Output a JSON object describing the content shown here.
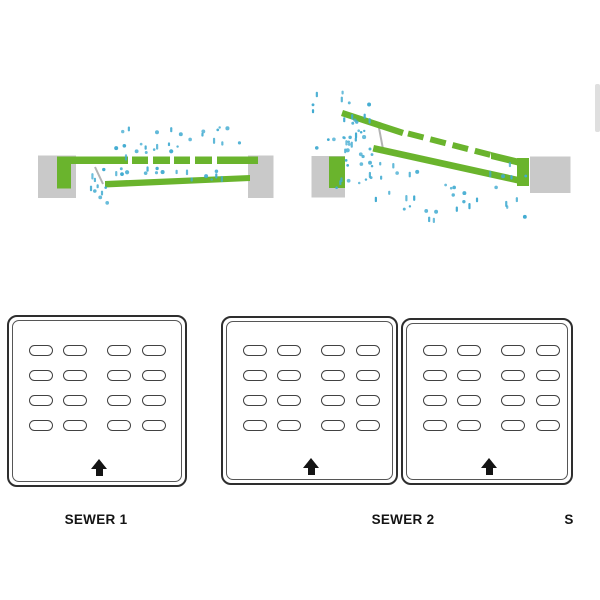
{
  "colors": {
    "bg": "#ffffff",
    "green": "#6ab42d",
    "gray_block": "#c9c9c9",
    "hinge": "#b3b3b3",
    "droplet": "#41abd1",
    "panel_border": "#2e2e2e",
    "panel_inner": "#565656",
    "slot_border": "#424242",
    "ink": "#141414",
    "sliver": "#dfdfdf"
  },
  "icons": {
    "up_arrow_icon": "solid black up arrow (triangle head with stem)"
  },
  "diagrams": {
    "closed_grate": {
      "name": "cross-section: closed sewer grate with water spraying through slots"
    },
    "open_grate": {
      "name": "cross-section: tilted open sewer grate with water splashing through"
    }
  },
  "panels": [
    {
      "name": "sewer grate panel 1",
      "slot_rows": 4,
      "slot_cols": 4
    },
    {
      "name": "sewer grate panel 2",
      "slot_rows": 4,
      "slot_cols": 4
    },
    {
      "name": "sewer grate panel 3",
      "slot_rows": 4,
      "slot_cols": 4
    }
  ],
  "labels": [
    {
      "text": "SEWER 1"
    },
    {
      "text": "SEWER 2"
    },
    {
      "text": "S"
    }
  ]
}
